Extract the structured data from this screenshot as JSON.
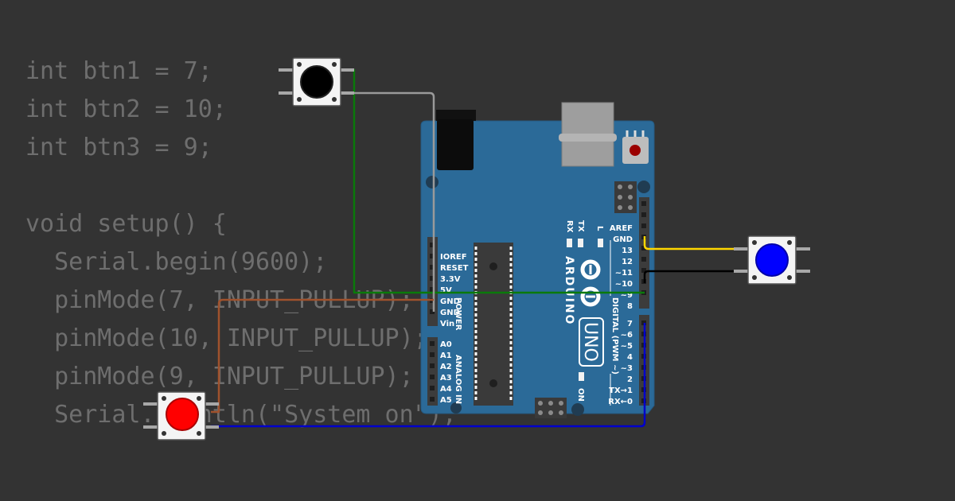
{
  "code": {
    "lines": [
      "int btn1 = 7;",
      "int btn2 = 10;",
      "int btn3 = 9;",
      "",
      "void setup() {",
      "  Serial.begin(9600);",
      "  pinMode(7, INPUT_PULLUP);",
      "  pinMode(10, INPUT_PULLUP);",
      "  pinMode(9, INPUT_PULLUP);",
      "  Serial.println(\"System on\");"
    ]
  },
  "board": {
    "brand": "ARDUINO",
    "model": "UNO",
    "on_label": "ON",
    "tx_label": "TX",
    "rx_label": "RX",
    "l_label": "L",
    "power_title": "POWER",
    "analog_title": "ANALOG IN",
    "digital_title": "DIGITAL (PWM ~)",
    "power_pins": [
      "IOREF",
      "RESET",
      "3.3V",
      "5V",
      "GND",
      "GND",
      "Vin"
    ],
    "analog_pins": [
      "A0",
      "A1",
      "A2",
      "A3",
      "A4",
      "A5"
    ],
    "digital_pins_top": [
      "AREF",
      "GND",
      "13",
      "12",
      "~11",
      "~10",
      "~9",
      "8"
    ],
    "digital_pins_bottom": [
      "7",
      "~6",
      "~5",
      "4",
      "~3",
      "2",
      "TX→1",
      "RX←0"
    ]
  },
  "components": {
    "button_black_color": "#000000",
    "button_red_color": "#ff0000",
    "button_blue_color": "#0000ff"
  },
  "colors": {
    "background": "#333333",
    "board": "#2b6a98",
    "wire_green": "#0a7a0a",
    "wire_gray": "#9a9a9a",
    "wire_brown": "#a0522d",
    "wire_blue": "#0000cc",
    "wire_yellow": "#ffd700",
    "wire_black": "#000000"
  }
}
